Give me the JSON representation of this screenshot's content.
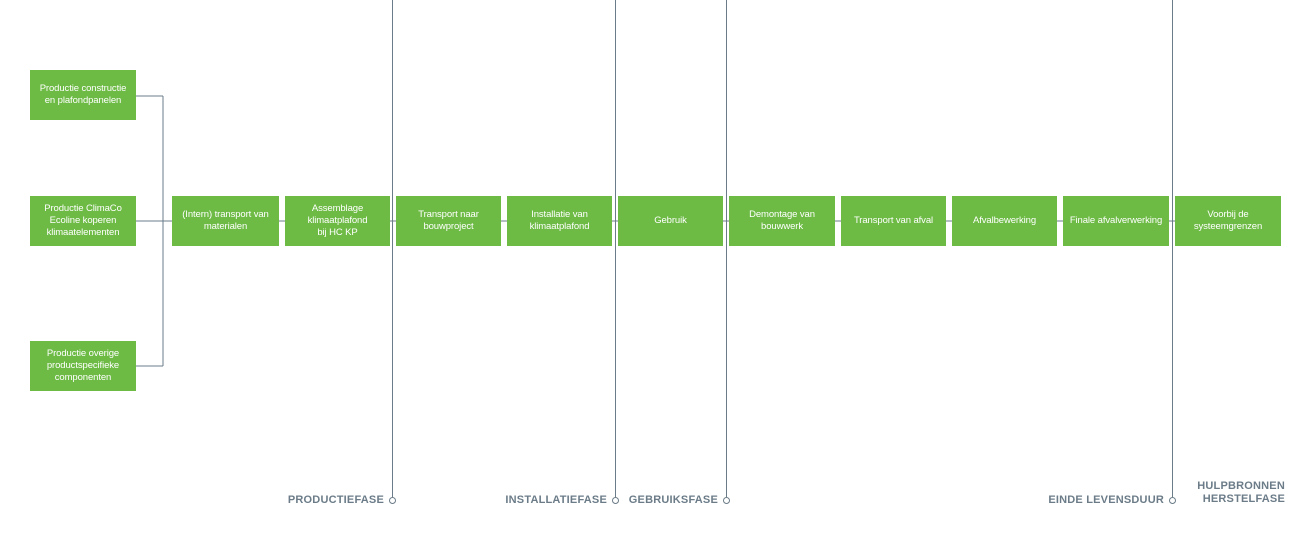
{
  "colors": {
    "box_fill": "#6dbb45",
    "box_text": "#ffffff",
    "line": "#6b7c88",
    "phase_text": "#6b7c88"
  },
  "inputs": [
    {
      "id": "in1",
      "lines": [
        "Productie constructie",
        "en plafondpanelen"
      ]
    },
    {
      "id": "in2",
      "lines": [
        "Productie ClimaCo",
        "Ecoline koperen",
        "klimaatelementen"
      ]
    },
    {
      "id": "in3",
      "lines": [
        "Productie overige",
        "productspecifieke",
        "componenten"
      ]
    }
  ],
  "steps": [
    {
      "id": "s1",
      "lines": [
        "(Intern) transport van",
        "materialen"
      ]
    },
    {
      "id": "s2",
      "lines": [
        "Assemblage",
        "klimaatplafond",
        "bij HC KP"
      ]
    },
    {
      "id": "s3",
      "lines": [
        "Transport naar",
        "bouwproject"
      ]
    },
    {
      "id": "s4",
      "lines": [
        "Installatie van",
        "klimaatplafond"
      ]
    },
    {
      "id": "s5",
      "lines": [
        "Gebruik"
      ]
    },
    {
      "id": "s6",
      "lines": [
        "Demontage van",
        "bouwwerk"
      ]
    },
    {
      "id": "s7",
      "lines": [
        "Transport van afval"
      ]
    },
    {
      "id": "s8",
      "lines": [
        "Afvalbewerking"
      ]
    },
    {
      "id": "s9",
      "lines": [
        "Finale afvalverwerking"
      ]
    },
    {
      "id": "s10",
      "lines": [
        "Voorbij de",
        "systeemgrenzen"
      ]
    }
  ],
  "phases": [
    {
      "id": "productiefase",
      "label": "PRODUCTIEFASE"
    },
    {
      "id": "installatiefase",
      "label": "INSTALLATIEFASE"
    },
    {
      "id": "gebruiksfase",
      "label": "GEBRUIKSFASE"
    },
    {
      "id": "einde-levensduur",
      "label": "EINDE LEVENSDUUR"
    }
  ],
  "extra_phase": {
    "line1": "HULPBRONNEN",
    "line2": "HERSTELFASE"
  }
}
